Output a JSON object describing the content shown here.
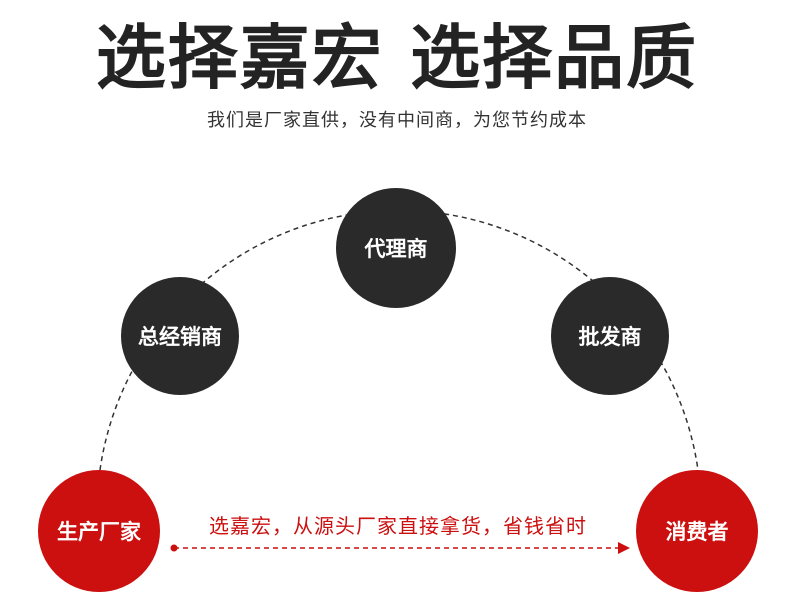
{
  "header": {
    "title": "选择嘉宏 选择品质",
    "subtitle": "我们是厂家直供，没有中间商，为您节约成本"
  },
  "nodes": {
    "agent": "代理商",
    "general_distributor": "总经销商",
    "wholesaler": "批发商",
    "factory": "生产厂家",
    "consumer": "消费者"
  },
  "slogan": "选嘉宏，从源头厂家直接拿货，省钱省时",
  "colors": {
    "dark": "#2a2a2a",
    "accent_red": "#cc0f0f"
  }
}
